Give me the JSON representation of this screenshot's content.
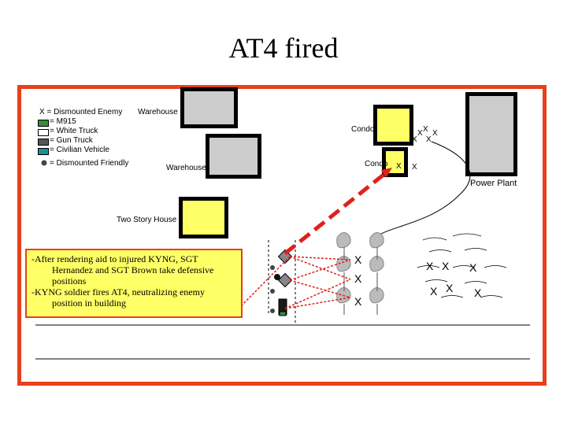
{
  "title": "AT4 fired",
  "legend": {
    "items": [
      {
        "symbol": "X",
        "label": "X = Dismounted Enemy"
      },
      {
        "symbol": "m915",
        "label": "= M915",
        "color": "#3a8a3a"
      },
      {
        "symbol": "white-truck",
        "label": "= White Truck",
        "color": "#ffffff"
      },
      {
        "symbol": "gun-truck",
        "label": "= Gun Truck",
        "color": "#555555"
      },
      {
        "symbol": "civilian-vehicle",
        "label": "= Civilian Vehicle",
        "color": "#1f8f8f"
      },
      {
        "symbol": "dismounted-friendly",
        "label": "= Dismounted Friendly",
        "color": "#444444"
      }
    ]
  },
  "labels": {
    "warehouse_top": "Warehouse",
    "warehouse_mid": "Warehouse",
    "condo_top": "Condo",
    "condo_bottom": "Condo",
    "power_plant": "Power Plant",
    "two_story_house": "Two Story House"
  },
  "enemy_marker": "X",
  "narrative": {
    "lines": [
      "-After rendering aid to injured KYNG, SGT Hernandez and SGT Brown take defensive positions",
      "-KYNG soldier fires AT4, neutralizing enemy position in building"
    ]
  },
  "colors": {
    "border": "#e8401c",
    "building_gray": "#cccccc",
    "building_yellow": "#ffff66",
    "fire_line": "#e0201c",
    "tree": "#bbbbbb"
  }
}
